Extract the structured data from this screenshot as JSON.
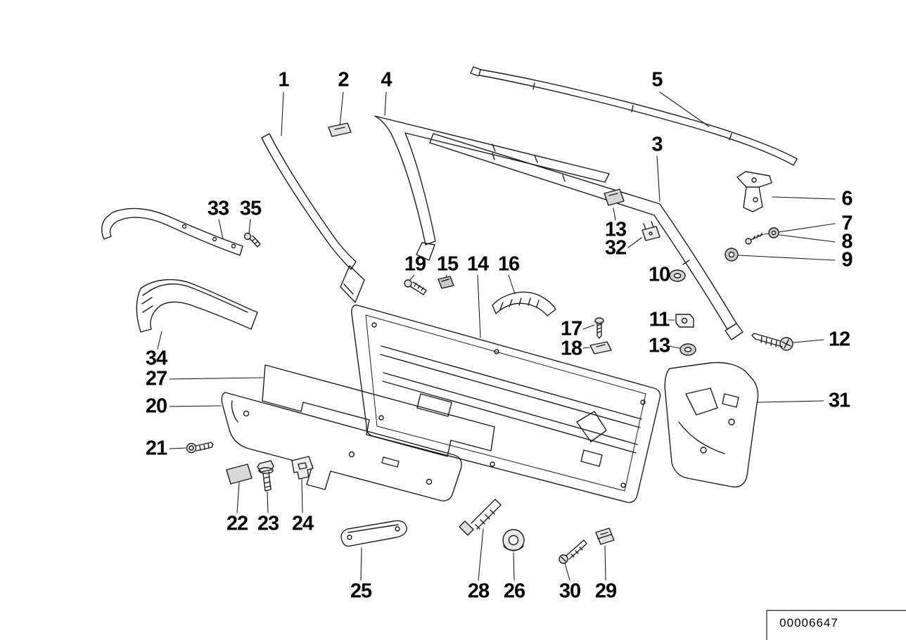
{
  "diagram": {
    "kind": "exploded-parts-diagram",
    "drawing_number": "00006647",
    "callouts": [
      {
        "label": "1"
      },
      {
        "label": "2"
      },
      {
        "label": "4"
      },
      {
        "label": "5"
      },
      {
        "label": "3"
      },
      {
        "label": "33"
      },
      {
        "label": "35"
      },
      {
        "label": "6"
      },
      {
        "label": "7"
      },
      {
        "label": "8"
      },
      {
        "label": "13"
      },
      {
        "label": "32"
      },
      {
        "label": "9"
      },
      {
        "label": "19"
      },
      {
        "label": "15"
      },
      {
        "label": "14"
      },
      {
        "label": "16"
      },
      {
        "label": "10"
      },
      {
        "label": "11"
      },
      {
        "label": "17"
      },
      {
        "label": "12"
      },
      {
        "label": "18"
      },
      {
        "label": "13"
      },
      {
        "label": "34"
      },
      {
        "label": "27"
      },
      {
        "label": "31"
      },
      {
        "label": "20"
      },
      {
        "label": "21"
      },
      {
        "label": "22"
      },
      {
        "label": "23"
      },
      {
        "label": "24"
      },
      {
        "label": "25"
      },
      {
        "label": "28"
      },
      {
        "label": "26"
      },
      {
        "label": "30"
      },
      {
        "label": "29"
      }
    ]
  }
}
